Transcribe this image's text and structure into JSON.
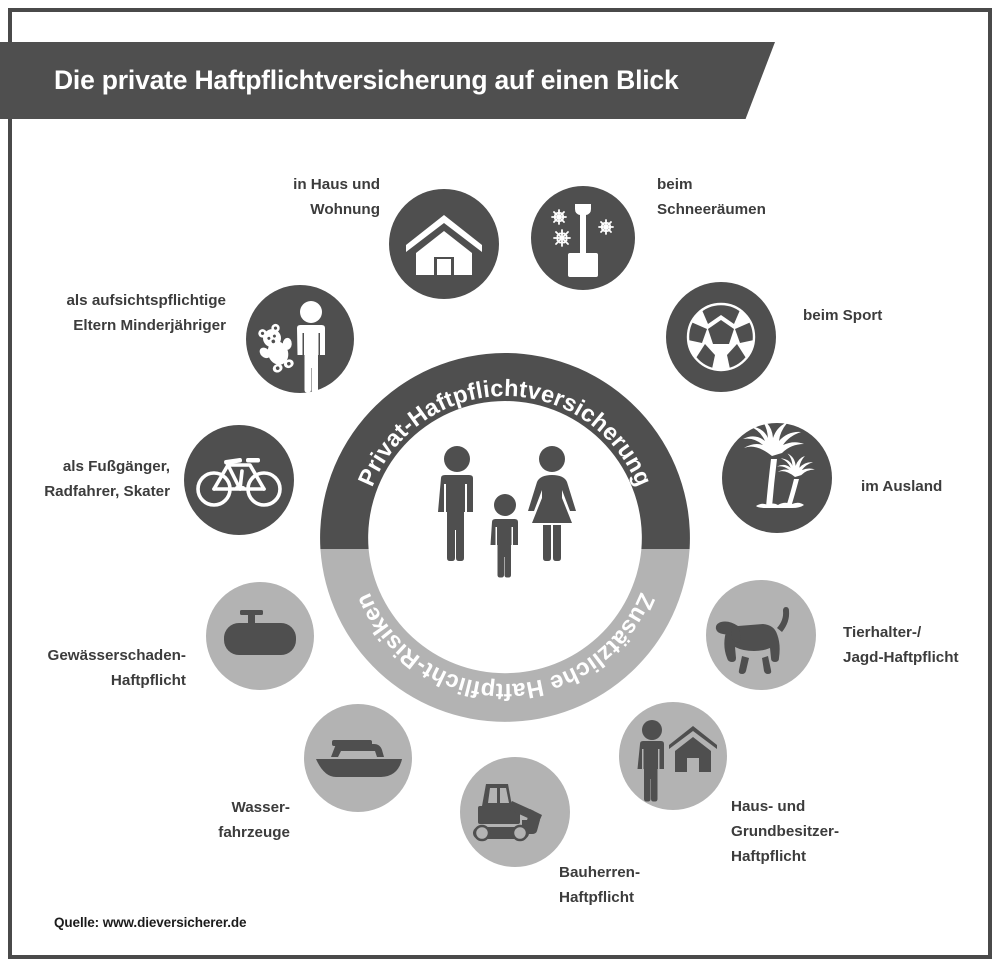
{
  "header": {
    "title": "Die private Haftpflichtversicherung auf einen Blick"
  },
  "center": {
    "ring_top_label": "Privat-Haftpflichtversicherung",
    "ring_bottom_label": "Zusätzliche Haftpflicht-Risiken",
    "center_icon": "family-icon"
  },
  "colors": {
    "dark": "#4f4f4f",
    "light": "#b3b3b3",
    "text": "#3c3c3c",
    "background": "#ffffff"
  },
  "items": [
    {
      "id": "haus-wohnung",
      "label": "in Haus und\nWohnung",
      "icon": "house-icon",
      "tone": "dark",
      "group": "privat"
    },
    {
      "id": "schneeraeumen",
      "label": "beim\nSchneeräumen",
      "icon": "snow-shovel-icon",
      "tone": "dark",
      "group": "privat"
    },
    {
      "id": "aufsichtspflicht",
      "label": "als aufsichtspflichtige\nEltern Minderjähriger",
      "icon": "child-teddy-icon",
      "tone": "dark",
      "group": "privat"
    },
    {
      "id": "sport",
      "label": "beim Sport",
      "icon": "soccer-ball-icon",
      "tone": "dark",
      "group": "privat"
    },
    {
      "id": "fussgaenger",
      "label": "als Fußgänger,\nRadfahrer, Skater",
      "icon": "bicycle-icon",
      "tone": "dark",
      "group": "privat"
    },
    {
      "id": "ausland",
      "label": "im Ausland",
      "icon": "palm-tree-icon",
      "tone": "dark",
      "group": "privat"
    },
    {
      "id": "gewaesserschaden",
      "label": "Gewässerschaden-\nHaftpflicht",
      "icon": "oil-tank-icon",
      "tone": "light",
      "group": "zusaetzlich"
    },
    {
      "id": "tierhalter",
      "label": "Tierhalter-/\nJagd-Haftpflicht",
      "icon": "dog-icon",
      "tone": "light",
      "group": "zusaetzlich"
    },
    {
      "id": "wasserfahrzeuge",
      "label": "Wasser-\nfahrzeuge",
      "icon": "motorboat-icon",
      "tone": "light",
      "group": "zusaetzlich"
    },
    {
      "id": "bauherren",
      "label": "Bauherren-\nHaftpflicht",
      "icon": "excavator-icon",
      "tone": "light",
      "group": "zusaetzlich"
    },
    {
      "id": "haus-grundbesitzer",
      "label": "Haus- und\nGrundbesitzer-\nHaftpflicht",
      "icon": "person-house-icon",
      "tone": "light",
      "group": "zusaetzlich"
    }
  ],
  "footer": {
    "source": "Quelle: www.dieversicherer.de"
  }
}
